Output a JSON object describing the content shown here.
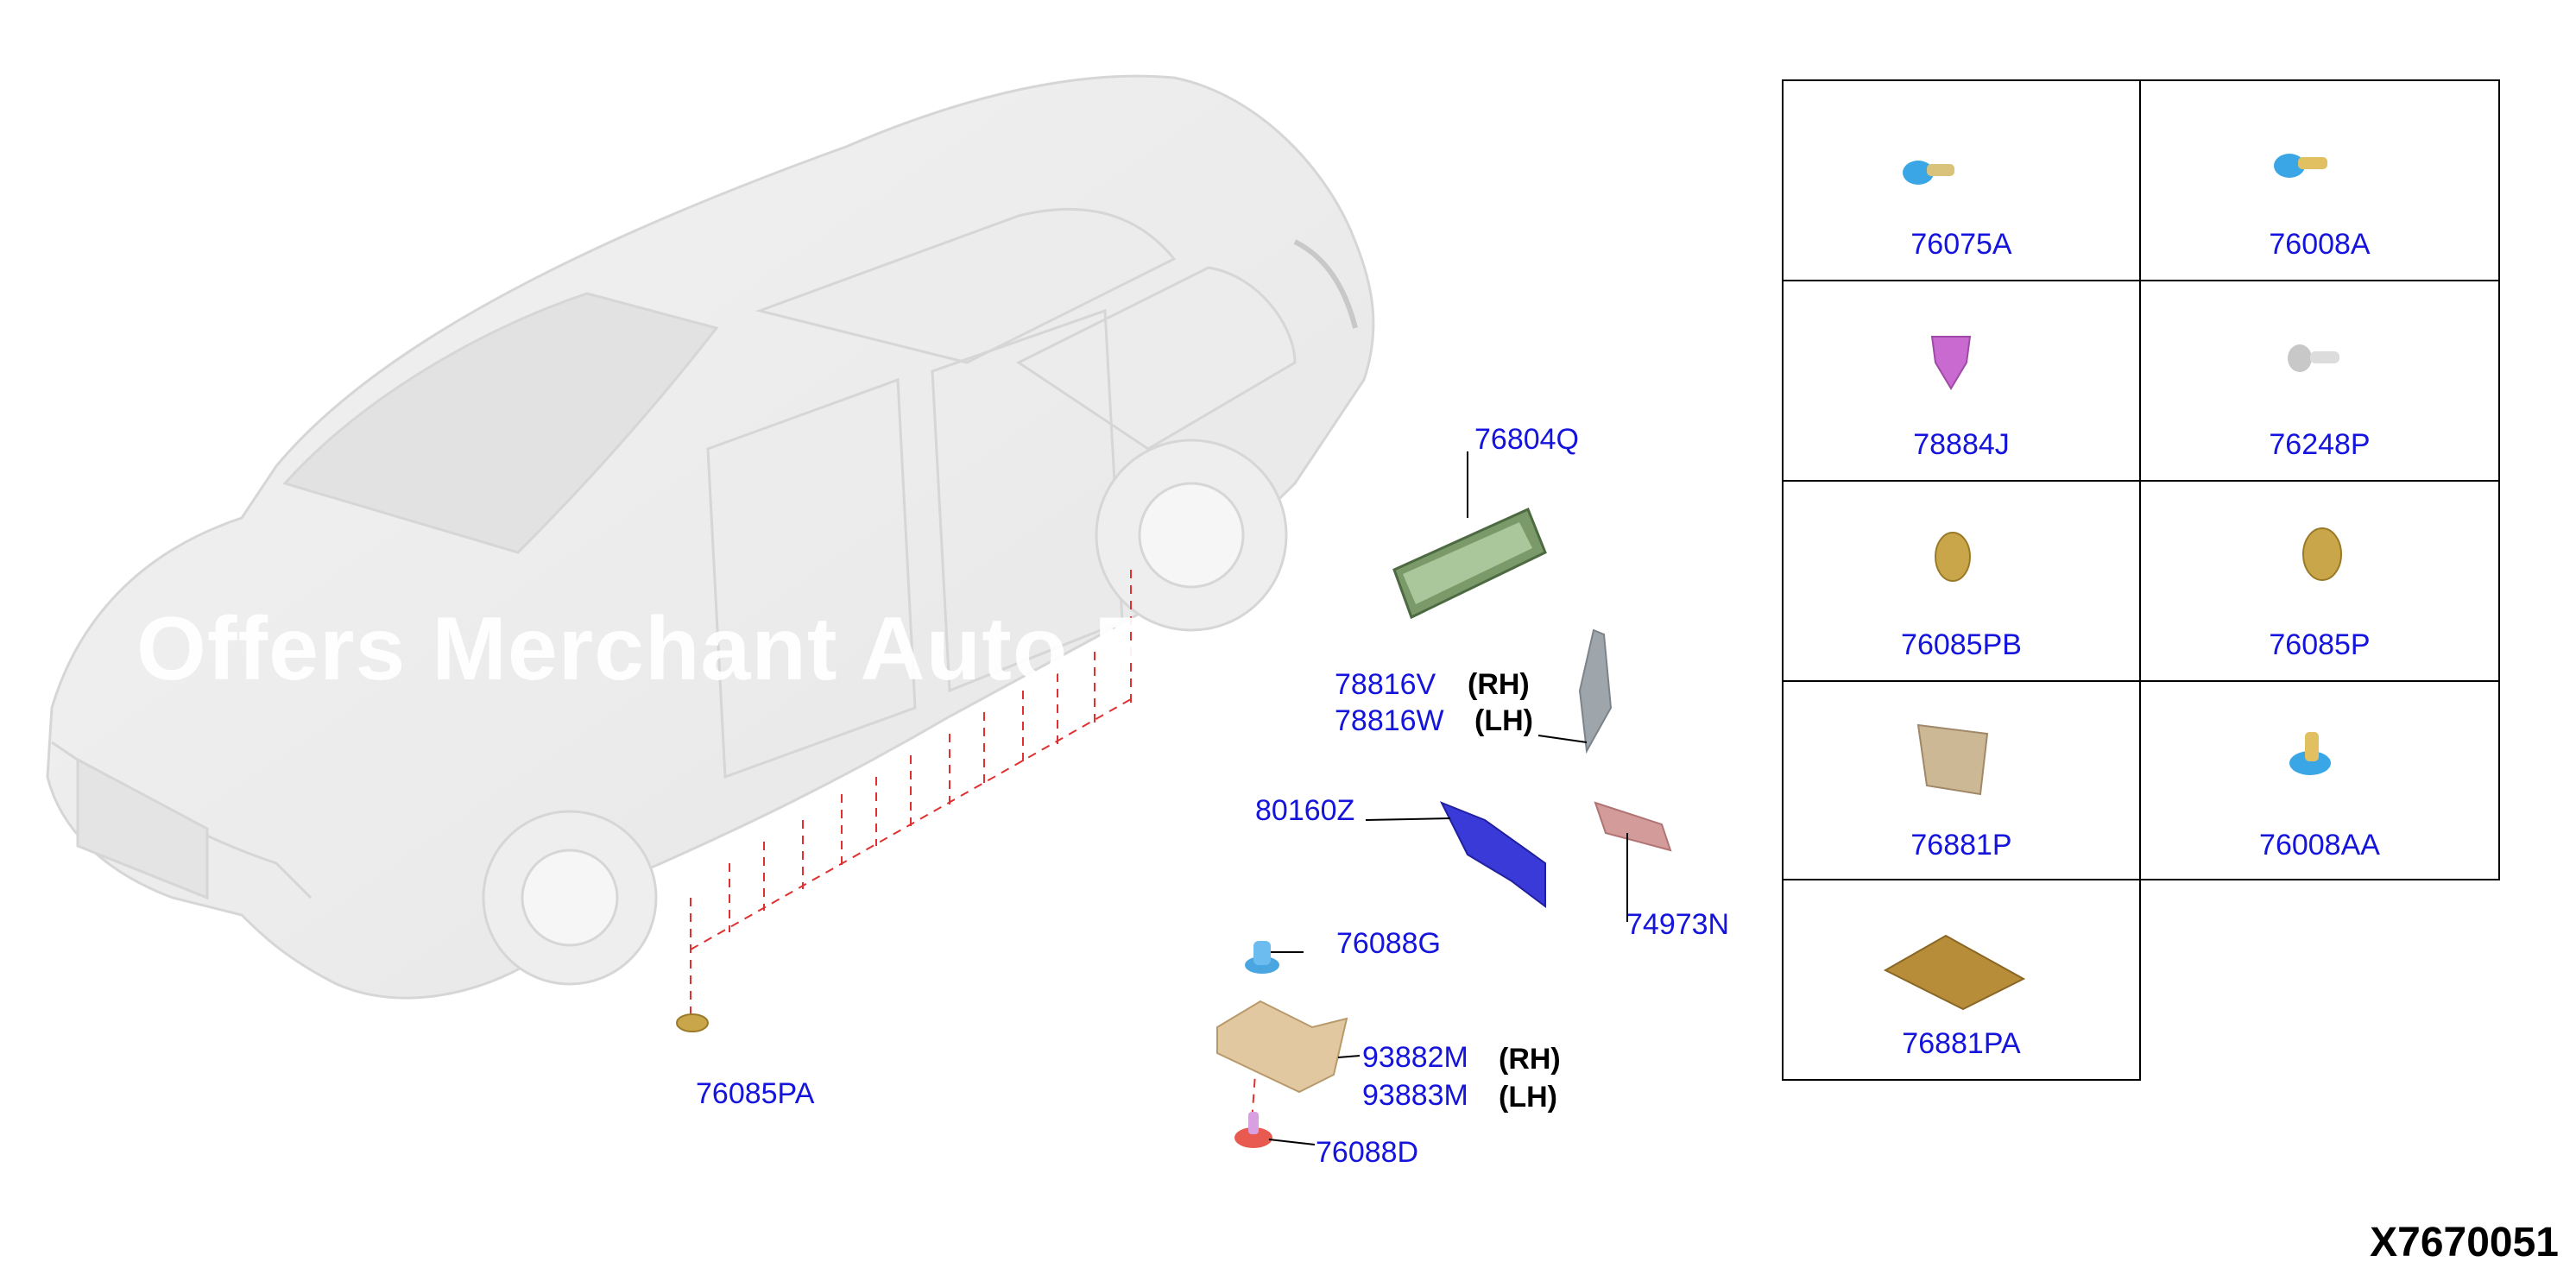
{
  "diagram_id": "X7670051",
  "watermark": "Offers Merchant Auto Parts",
  "callouts": {
    "p76804Q": "76804Q",
    "p78816V": "78816V",
    "p78816W": "78816W",
    "rh": "(RH)",
    "lh": "(LH)",
    "p80160Z": "80160Z",
    "p74973N": "74973N",
    "p76088G": "76088G",
    "p93882M": "93882M",
    "p93883M": "93883M",
    "p76088D": "76088D",
    "p76085PA": "76085PA"
  },
  "fastener_table": [
    {
      "part": "76075A",
      "color": "#3aa6e6",
      "icon": "bolt-icon"
    },
    {
      "part": "76008A",
      "color": "#3aa6e6",
      "icon": "bolt-icon"
    },
    {
      "part": "78884J",
      "color": "#c86ad0",
      "icon": "clip-icon"
    },
    {
      "part": "76248P",
      "color": "#c8c8c8",
      "icon": "stud-icon"
    },
    {
      "part": "76085PB",
      "color": "#c9a64a",
      "icon": "plug-icon"
    },
    {
      "part": "76085P",
      "color": "#c9a64a",
      "icon": "plug-icon"
    },
    {
      "part": "76881P",
      "color": "#cdb896",
      "icon": "pad-icon"
    },
    {
      "part": "76008AA",
      "color": "#3aa6e6",
      "icon": "bolt-icon"
    },
    {
      "part": "76881PA",
      "color": "#b88d3a",
      "icon": "sheet-icon"
    }
  ],
  "colors": {
    "callout_text": "#1414dc",
    "leader_dashed": "#e03030",
    "table_border": "#000000"
  }
}
